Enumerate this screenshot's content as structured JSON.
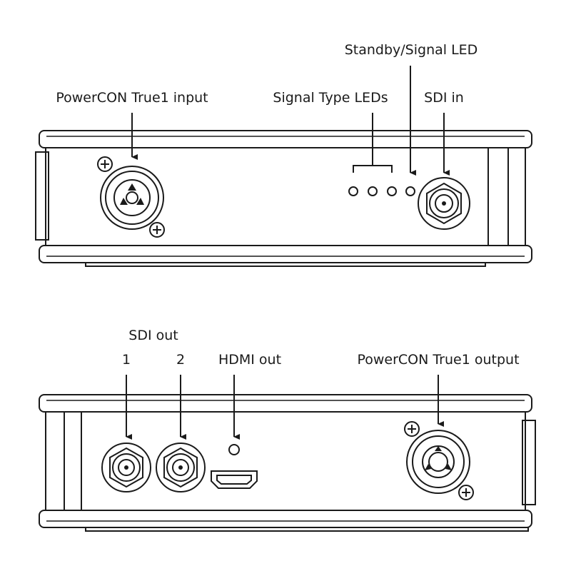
{
  "labels": {
    "powercon_input": "PowerCON True1 input",
    "signal_type_leds": "Signal Type LEDs",
    "standby_signal_led": "Standby/Signal LED",
    "sdi_in": "SDI in",
    "sdi_out": "SDI out",
    "sdi_out_1": "1",
    "sdi_out_2": "2",
    "hdmi_out": "HDMI out",
    "powercon_output": "PowerCON True1 output"
  },
  "colors": {
    "ink": "#1a1a1a",
    "background": "#ffffff"
  }
}
